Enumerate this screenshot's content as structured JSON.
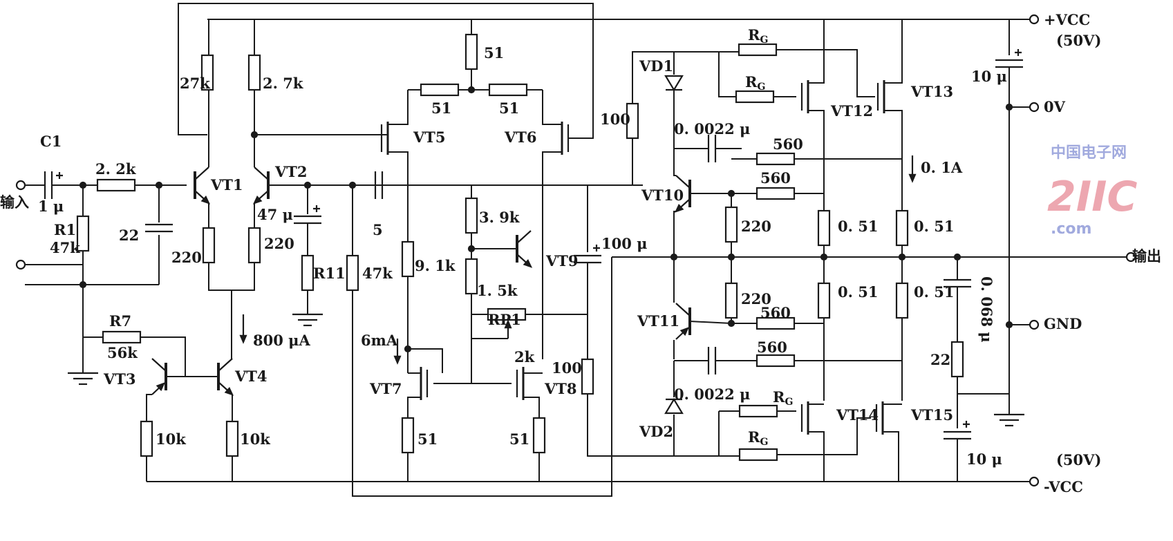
{
  "terminals": {
    "input": "输入",
    "output": "输出",
    "vcc_pos": "+VCC",
    "vcc_pos_v": "(50V)",
    "vcc_neg": "-VCC",
    "vcc_neg_v": "(50V)",
    "zero_v": "0V",
    "gnd": "GND"
  },
  "labels": {
    "c1": "C1",
    "c1_val": "1 μ",
    "r_22k": "2. 2k",
    "r1": "R1",
    "r1_val": "47k",
    "c_22": "22",
    "r7": "R7",
    "r7_val": "56k",
    "vt1": "VT1",
    "vt2": "VT2",
    "vt3": "VT3",
    "vt4": "VT4",
    "r_27k": "27k",
    "r_2_7k": "2. 7k",
    "r_220a": "220",
    "r_220b": "220",
    "i_800": "800 μA",
    "r_10ka": "10k",
    "r_10kb": "10k",
    "c_47u": "47 μ",
    "r11": "R11",
    "r_47k": "47k",
    "c_5": "5",
    "r_51top": "51",
    "r_51l": "51",
    "r_51r": "51",
    "vt5": "VT5",
    "vt6": "VT6",
    "r_91k": "9. 1k",
    "r_39k": "3. 9k",
    "r_15k": "1. 5k",
    "rp1": "RP1",
    "rp1_val": "2k",
    "vt9": "VT9",
    "c_100u": "100 μ",
    "r_100a": "100",
    "r_100b": "100",
    "i_6ma": "6mA",
    "vt7": "VT7",
    "vt8": "VT8",
    "r_51a": "51",
    "r_51b": "51",
    "vd1": "VD1",
    "vd2": "VD2",
    "c_0022a": "0. 0022 μ",
    "c_0022b": "0. 0022 μ",
    "r_560a": "560",
    "r_560b": "560",
    "r_560c": "560",
    "r_560d": "560",
    "vt10": "VT10",
    "vt11": "VT11",
    "r_220c": "220",
    "r_220d": "220",
    "r_051a": "0. 51",
    "r_051b": "0. 51",
    "r_051c": "0. 51",
    "r_051d": "0. 51",
    "rg": "R",
    "rg_sub": "G",
    "vt12": "VT12",
    "vt13": "VT13",
    "vt14": "VT14",
    "vt15": "VT15",
    "i_01a": "0. 1A",
    "c_10u_top": "10 μ",
    "c_0068": "0. 068 μ",
    "r_22": "22",
    "c_10u_bot": "10 μ"
  },
  "watermark": {
    "logo": "2IIC",
    "sub": "中国电子网",
    "dom": ".com"
  },
  "colors": {
    "ink": "#1a1a1a",
    "watermark_red": "#e88a96",
    "watermark_blue": "#8a95d6"
  }
}
